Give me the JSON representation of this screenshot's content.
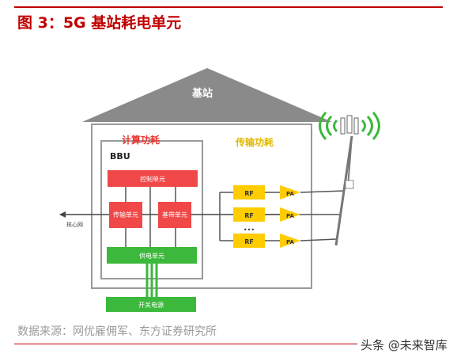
{
  "figure": {
    "title": "图 3：5G 基站耗电单元",
    "source": "数据来源：网优雇佣军、东方证券研究所",
    "watermark": "头条 @未来智库"
  },
  "diagram": {
    "roof_label": "基站",
    "compute_label": "计算功耗",
    "transmit_label": "传输功耗",
    "bbu_label": "BBU",
    "control_unit": "控制单元",
    "transport_unit": "传输单元",
    "baseband_unit": "基带单元",
    "power_supply_unit": "供电单元",
    "switch_power": "开关电源",
    "core_network": "核心网",
    "rf_label": "RF",
    "pa_label": "PA",
    "ellipsis": "•••"
  },
  "colors": {
    "title_red": "#c00000",
    "compute_red": "#e8342f",
    "unit_red": "#f04848",
    "green": "#3cb93c",
    "yellow": "#ffcc00",
    "transmit_yellow": "#e0b800",
    "roof_gray": "#8a8a8a",
    "source_gray": "#9a9a9a"
  }
}
